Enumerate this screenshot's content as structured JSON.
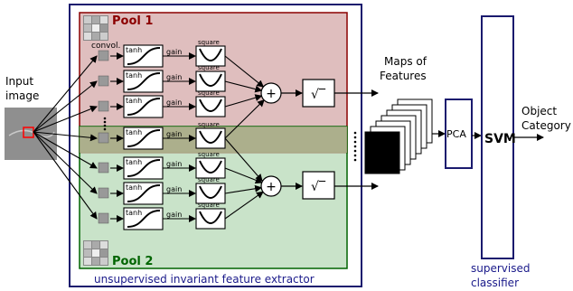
{
  "input": {
    "label_line1": "Input",
    "label_line2": "image"
  },
  "pool1": {
    "title": "Pool 1",
    "color": "#8b0000",
    "fill": "#d9b3b3"
  },
  "pool2": {
    "title": "Pool 2",
    "color": "#006400",
    "fill": "#b7d9b7"
  },
  "extractor_caption": "unsupervised  invariant feature extractor",
  "stage_labels": {
    "convol": "convol.",
    "tanh": "tanh",
    "gain": "gain",
    "square": "square"
  },
  "sum_symbol": "+",
  "sqrt_symbol": "√‾",
  "maps": {
    "line1": "Maps of",
    "line2": "Features"
  },
  "pca": {
    "label": "PCA"
  },
  "svm": {
    "label": "SVM"
  },
  "output": {
    "line1": "Object",
    "line2": "Category"
  },
  "classifier_caption": {
    "line1": "supervised",
    "line2": "classifier"
  },
  "colors": {
    "frame": "#1a1a6e",
    "caption": "#1a1a8a",
    "highlight": "#ff0000"
  }
}
